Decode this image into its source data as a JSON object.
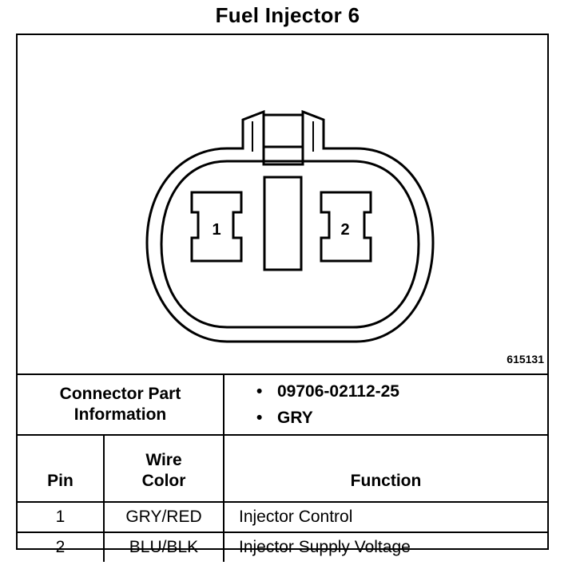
{
  "title": "Fuel Injector 6",
  "diagram": {
    "pin_labels": [
      "1",
      "2"
    ],
    "ref_code": "615131"
  },
  "connector_part_info": {
    "label_line1": "Connector Part",
    "label_line2": "Information",
    "items": [
      "09706-02112-25",
      "GRY"
    ]
  },
  "table": {
    "headers": {
      "pin": "Pin",
      "wire_color_line1": "Wire",
      "wire_color_line2": "Color",
      "function": "Function"
    },
    "rows": [
      {
        "pin": "1",
        "wire_color": "GRY/RED",
        "function": "Injector Control"
      },
      {
        "pin": "2",
        "wire_color": "BLU/BLK",
        "function": "Injector Supply Voltage"
      }
    ]
  }
}
